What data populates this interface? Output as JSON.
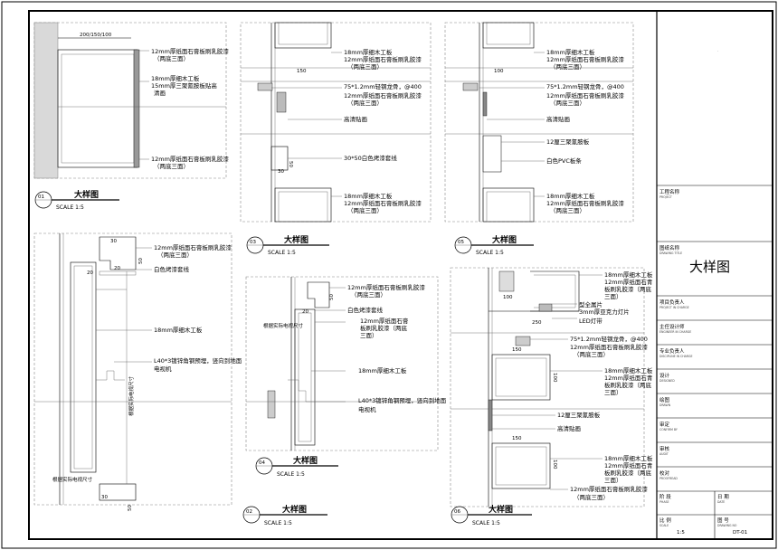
{
  "title_block": {
    "project_name_cn": "工程名称",
    "project_name_en": "PROJECT",
    "drawing_title_cn": "图纸名称",
    "drawing_title_en": "DRAWING TITLE",
    "drawing_title_value": "大样图",
    "rows": [
      {
        "cn": "项目负责人",
        "en": "PROJECT IN CHARGE"
      },
      {
        "cn": "主任设计师",
        "en": "ENGINEER IN CHARGE"
      },
      {
        "cn": "专业负责人",
        "en": "DISCIPLINE IN CHARGE"
      },
      {
        "cn": "设计",
        "en": "DESIGNED"
      },
      {
        "cn": "绘图",
        "en": "DRAWN"
      },
      {
        "cn": "审定",
        "en": "CONFIRM BY"
      },
      {
        "cn": "审核",
        "en": "AUDIT"
      },
      {
        "cn": "校对",
        "en": "PROOFREAD"
      }
    ],
    "phase_cn": "阶 段",
    "phase_en": "PHASE",
    "date_cn": "日 期",
    "date_en": "DATE",
    "scale_cn": "比 例",
    "scale_en": "SCALE",
    "scale_value": "1:5",
    "drawing_no_cn": "图 号",
    "drawing_no_en": "DRAWING NO",
    "drawing_no_value": "DT-01"
  },
  "details": [
    {
      "num": "01",
      "title": "大样图",
      "scale": "SCALE 1:5"
    },
    {
      "num": "02",
      "title": "大样图",
      "scale": "SCALE 1:5"
    },
    {
      "num": "03",
      "title": "大样图",
      "scale": "SCALE 1:5"
    },
    {
      "num": "04",
      "title": "大样图",
      "scale": "SCALE 1:5"
    },
    {
      "num": "05",
      "title": "大样图",
      "scale": "SCALE 1:5"
    },
    {
      "num": "06",
      "title": "大样图",
      "scale": "SCALE 1:5"
    }
  ],
  "d01": {
    "dim": "200/150/100",
    "notes": [
      "12mm厚纸面石膏板刷乳胶漆",
      "（两底三面）",
      "18mm厚细木工板",
      "15mm厚三聚氰胺板贴高",
      "清画",
      "12mm厚纸面石膏板刷乳胶漆",
      "（两底三面）"
    ]
  },
  "d03": {
    "dims": [
      "150",
      "50",
      "30"
    ],
    "notes": [
      "18mm厚细木工板",
      "12mm厚纸面石膏板刷乳胶漆",
      "（两底三面）",
      "75*1.2mm轻钢龙骨，@400",
      "12mm厚纸面石膏板刷乳胶漆",
      "（两底三面）",
      "高清贴画",
      "30*50白色烤漆套线",
      "18mm厚细木工板",
      "12mm厚纸面石膏板刷乳胶漆",
      "（两底三面）"
    ]
  },
  "d05": {
    "dims": [
      "100"
    ],
    "notes": [
      "18mm厚细木工板",
      "12mm厚纸面石膏板刷乳胶漆",
      "（两底三面）",
      "75*1.2mm轻钢龙骨，@400",
      "12mm厚纸面石膏板刷乳胶漆",
      "（两底三面）",
      "高清贴画",
      "12厘三聚氰胺板",
      "白色PVC板条",
      "18mm厚细木工板",
      "12mm厚纸面石膏板刷乳胶漆",
      "（两底三面）"
    ]
  },
  "d02": {
    "dims": [
      "30",
      "20",
      "50",
      "20",
      "30",
      "50"
    ],
    "side_label": "根据实际电视尺寸",
    "bottom_label": "根据实际电视尺寸",
    "notes": [
      "12mm厚纸面石膏板刷乳胶漆",
      "（两底三面）",
      "白色烤漆套线",
      "18mm厚细木工板",
      "L40*3镀锌角钢预埋，竖向到地面",
      "电视机"
    ]
  },
  "d04": {
    "dims": [
      "50",
      "20"
    ],
    "side_label": "根据实际电视尺寸",
    "notes": [
      "12mm厚纸面石膏板刷乳胶漆",
      "（两底三面）",
      "白色烤漆套线",
      "12mm厚纸面石膏",
      "板刷乳胶漆（两底",
      "三面）",
      "18mm厚细木工板",
      "L40*3镀锌角钢预埋，竖向到地面",
      "电视机"
    ]
  },
  "d06": {
    "dims": [
      "100",
      "250",
      "150",
      "100",
      "150",
      "100"
    ],
    "notes": [
      "18mm厚细木工板",
      "12mm厚纸面石青",
      "板刷乳胶漆（两底",
      "三面）",
      "型全属片",
      "3mm厚亚克力灯片",
      "LED灯带",
      "75*1.2mm轻钢龙骨，@400",
      "12mm厚纸面石膏板刷乳胶漆",
      "（两底三面）",
      "18mm厚细木工板",
      "12mm厚纸面石青",
      "板刷乳胶漆（两底",
      "三面）",
      "12厘三聚氰胺板",
      "高清贴画",
      "18mm厚细木工板",
      "12mm厚纸面石青",
      "板刷乳胶漆（两底",
      "三面）",
      "12mm厚纸面石膏板刷乳胶漆",
      "（两底三面）"
    ]
  }
}
